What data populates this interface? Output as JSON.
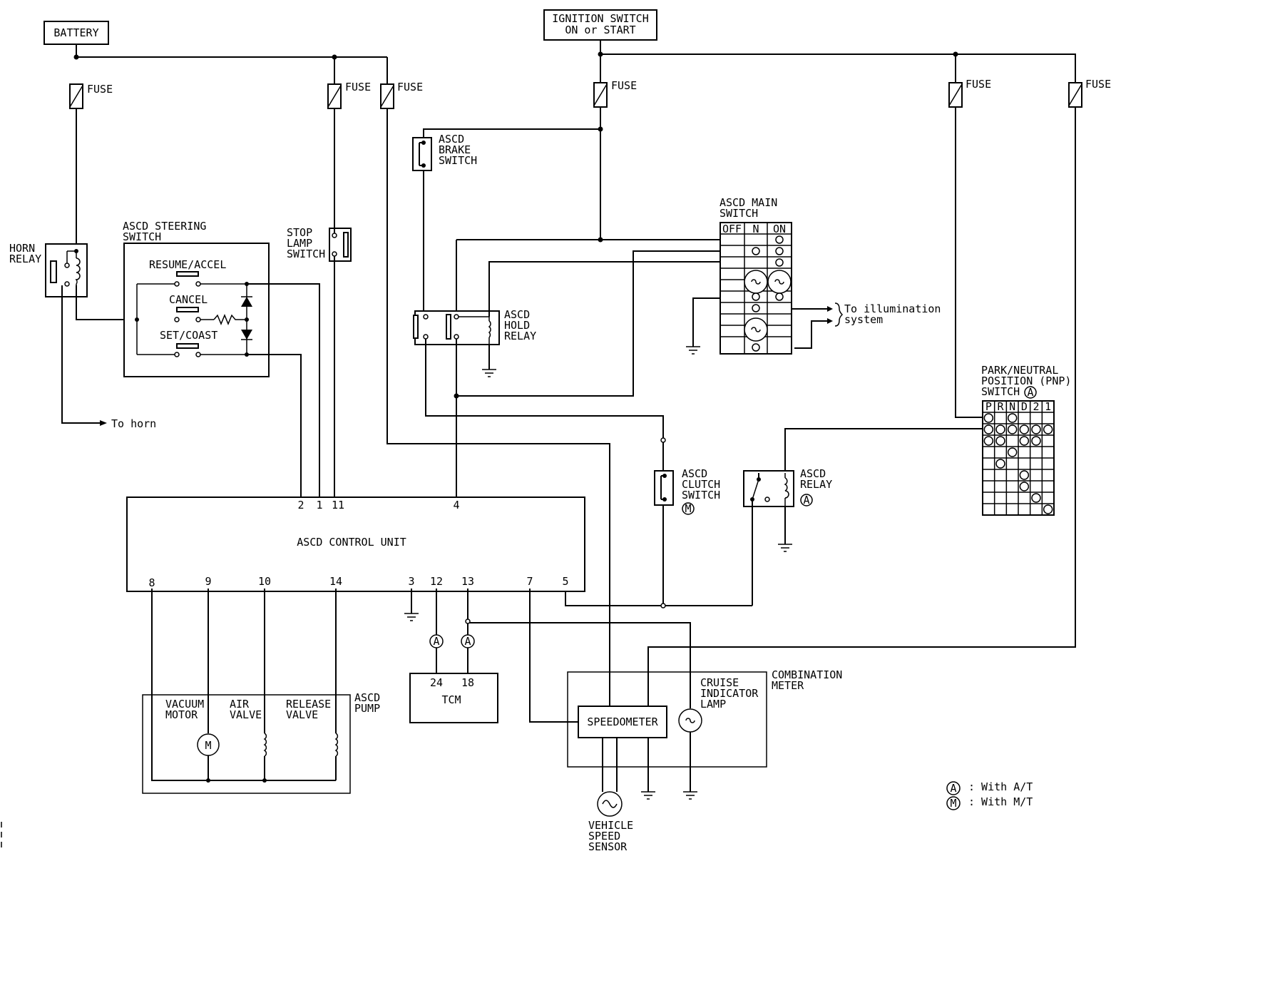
{
  "labels": {
    "battery": "BATTERY",
    "ign1": "IGNITION SWITCH",
    "ign2": "ON or START",
    "fuse": "FUSE",
    "horn_relay1": "HORN",
    "horn_relay2": "RELAY",
    "to_horn": "To horn",
    "steer1": "ASCD STEERING",
    "steer2": "SWITCH",
    "resume": "RESUME/ACCEL",
    "cancel": "CANCEL",
    "set": "SET/COAST",
    "stop1": "STOP",
    "stop2": "LAMP",
    "stop3": "SWITCH",
    "brake1": "ASCD",
    "brake2": "BRAKE",
    "brake3": "SWITCH",
    "hold1": "ASCD",
    "hold2": "HOLD",
    "hold3": "RELAY",
    "main1": "ASCD MAIN",
    "main2": "SWITCH",
    "main_off": "OFF",
    "main_n": "N",
    "main_on": "ON",
    "illum1": "To illumination",
    "illum2": "system",
    "pnp1": "PARK/NEUTRAL",
    "pnp2": "POSITION (PNP)",
    "pnp3": "SWITCH",
    "clutch1": "ASCD",
    "clutch2": "CLUTCH",
    "clutch3": "SWITCH",
    "relay1": "ASCD",
    "relay2": "RELAY",
    "cu": "ASCD CONTROL UNIT",
    "pump1": "ASCD",
    "pump2": "PUMP",
    "vac1": "VACUUM",
    "vac2": "MOTOR",
    "air1": "AIR",
    "air2": "VALVE",
    "rel1": "RELEASE",
    "rel2": "VALVE",
    "tcm": "TCM",
    "combo1": "COMBINATION",
    "combo2": "METER",
    "cruise1": "CRUISE",
    "cruise2": "INDICATOR",
    "cruise3": "LAMP",
    "speedo": "SPEEDOMETER",
    "vss1": "VEHICLE",
    "vss2": "SPEED",
    "vss3": "SENSOR",
    "mark_a": "A",
    "mark_m": "M",
    "motor_m": "M",
    "legend_at": ": With A/T",
    "legend_mt": ": With M/T"
  },
  "cu_pins": {
    "top": [
      "2",
      "1",
      "11",
      "4"
    ],
    "bottom": [
      "8",
      "9",
      "10",
      "14",
      "3",
      "12",
      "13",
      "7",
      "5"
    ]
  },
  "tcm_pins": [
    "24",
    "18"
  ],
  "pnp_headers": [
    "P",
    "R",
    "N",
    "D",
    "2",
    "1"
  ]
}
